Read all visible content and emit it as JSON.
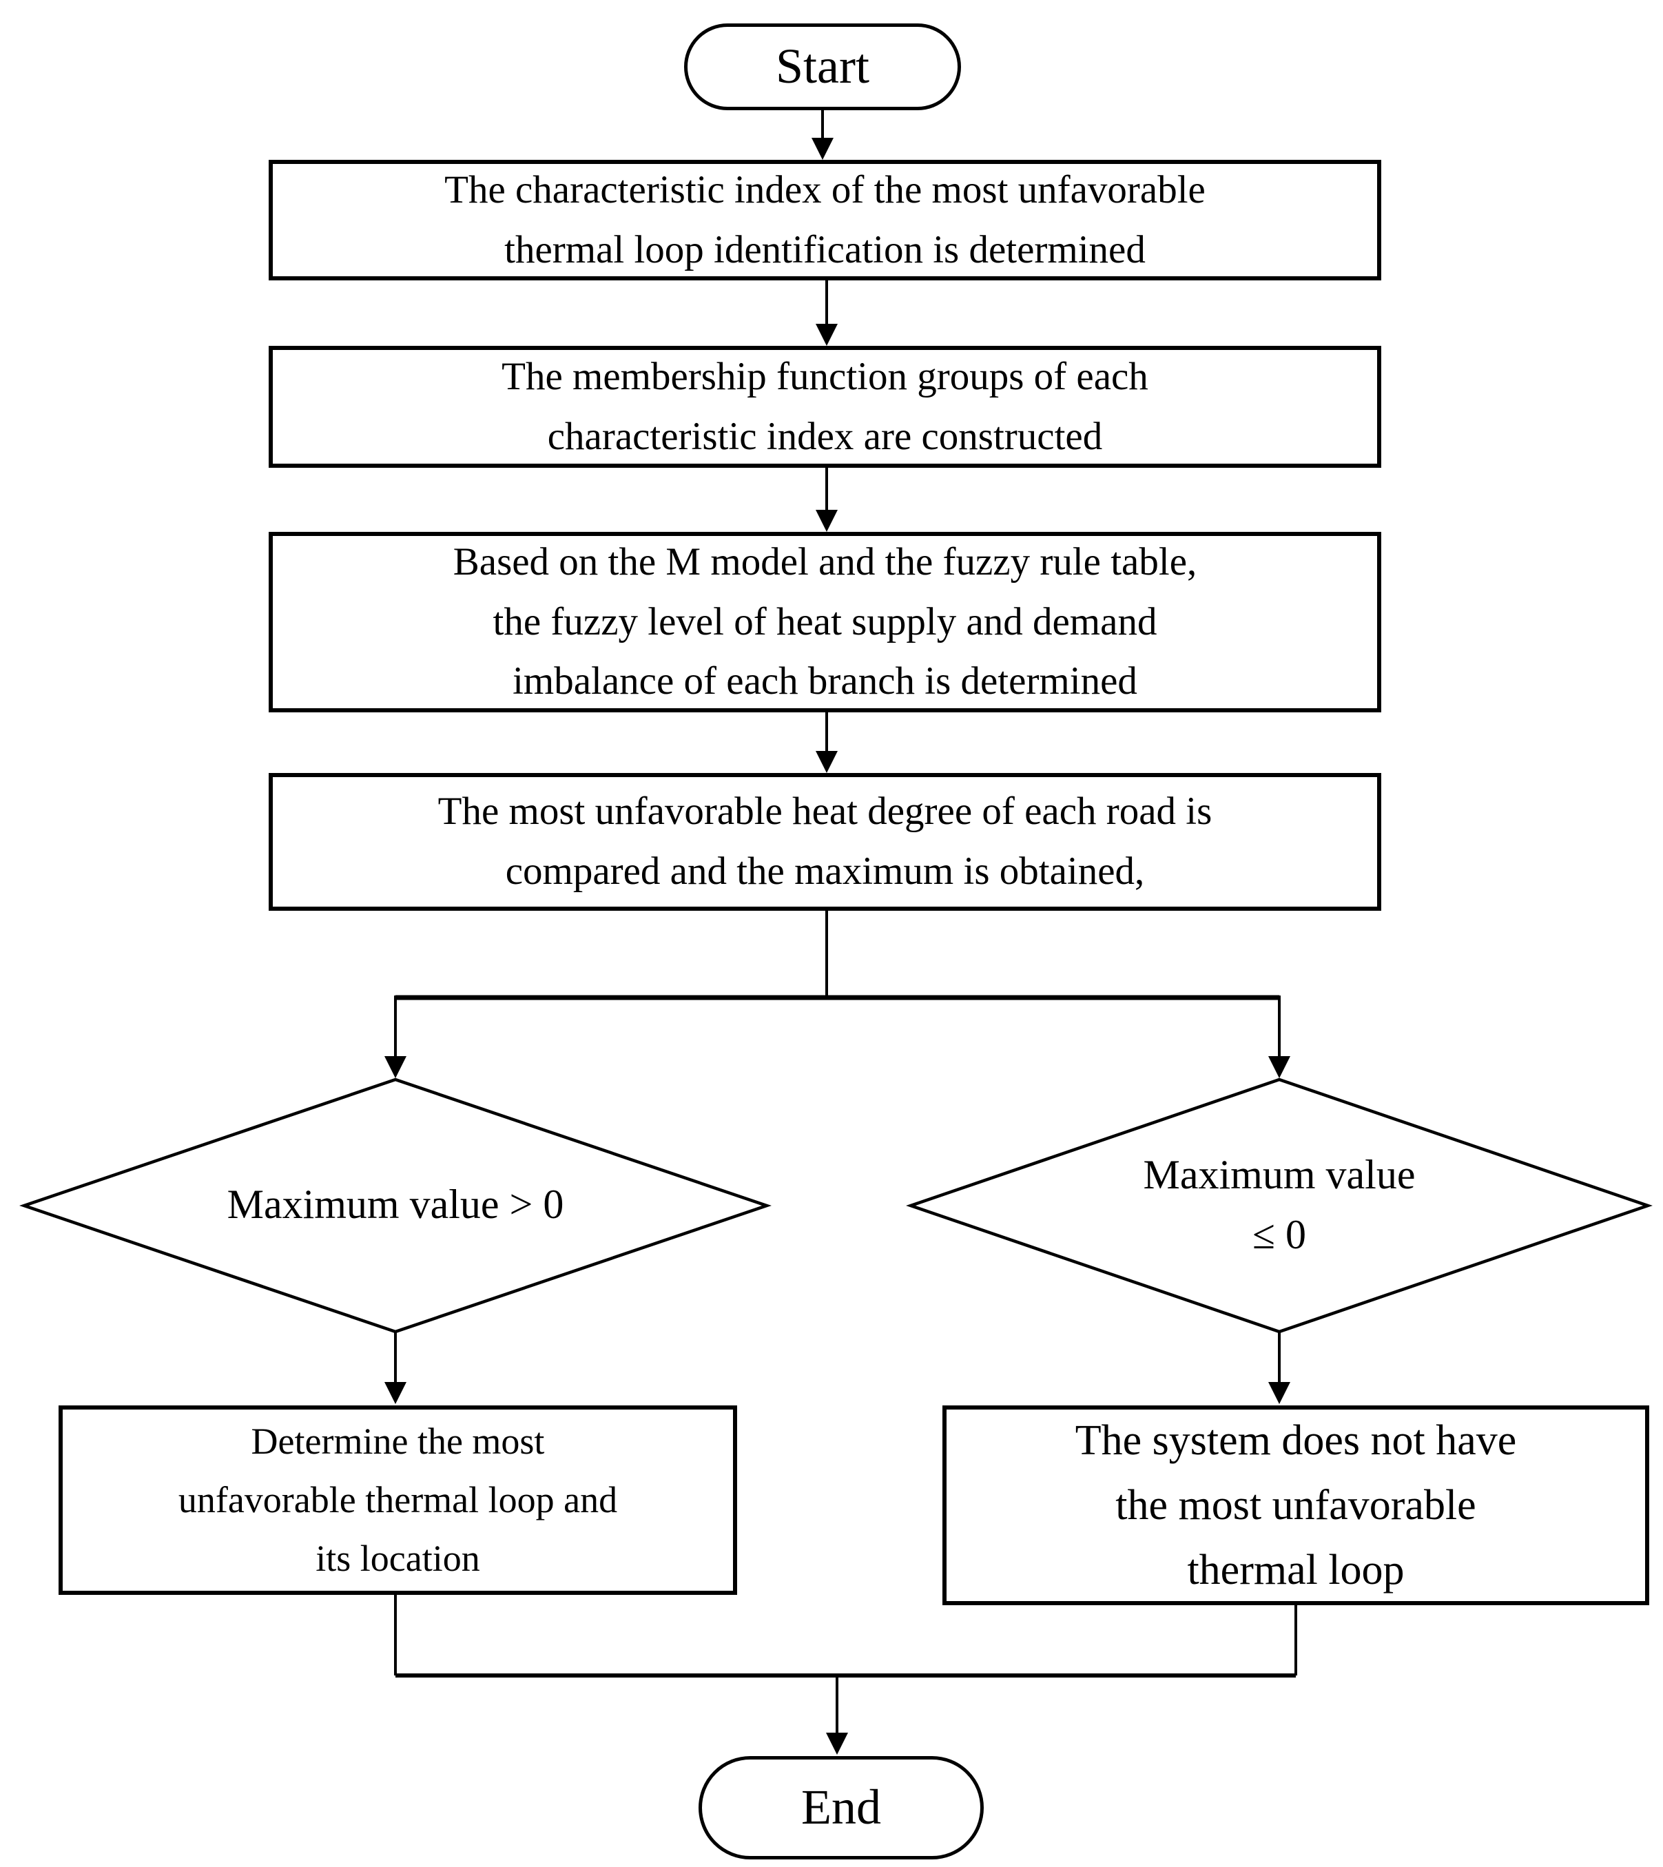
{
  "flowchart": {
    "background_color": "#ffffff",
    "stroke_color": "#000000",
    "text_color": "#000000",
    "nodes": {
      "start": {
        "shape": "terminator",
        "label": "Start"
      },
      "step_index": {
        "shape": "process",
        "label": "The characteristic index of the most unfavorable\nthermal loop identification is determined"
      },
      "step_membership": {
        "shape": "process",
        "label": "The membership function groups of each\ncharacteristic index are constructed"
      },
      "step_fuzzy": {
        "shape": "process",
        "label": "Based on the M model and the fuzzy rule table,\nthe fuzzy level of heat supply and demand\nimbalance of each branch is determined"
      },
      "step_compare": {
        "shape": "process",
        "label": "The most unfavorable heat degree of each road is\ncompared and the maximum is obtained,"
      },
      "decision_positive": {
        "shape": "decision",
        "label": "Maximum value > 0"
      },
      "decision_nonpositive": {
        "shape": "decision",
        "label": "Maximum value\n≤ 0"
      },
      "result_determine": {
        "shape": "process",
        "label": "Determine the most\nunfavorable thermal loop and\nits location"
      },
      "result_none": {
        "shape": "process",
        "label": "The system does not have\nthe most unfavorable\nthermal loop"
      },
      "end": {
        "shape": "terminator",
        "label": "End"
      }
    },
    "edges": [
      {
        "from": "start",
        "to": "step_index"
      },
      {
        "from": "step_index",
        "to": "step_membership"
      },
      {
        "from": "step_membership",
        "to": "step_fuzzy"
      },
      {
        "from": "step_fuzzy",
        "to": "step_compare"
      },
      {
        "from": "step_compare",
        "to": "decision_positive"
      },
      {
        "from": "step_compare",
        "to": "decision_nonpositive"
      },
      {
        "from": "decision_positive",
        "to": "result_determine"
      },
      {
        "from": "decision_nonpositive",
        "to": "result_none"
      },
      {
        "from": "result_determine",
        "to": "end"
      },
      {
        "from": "result_none",
        "to": "end"
      }
    ]
  }
}
